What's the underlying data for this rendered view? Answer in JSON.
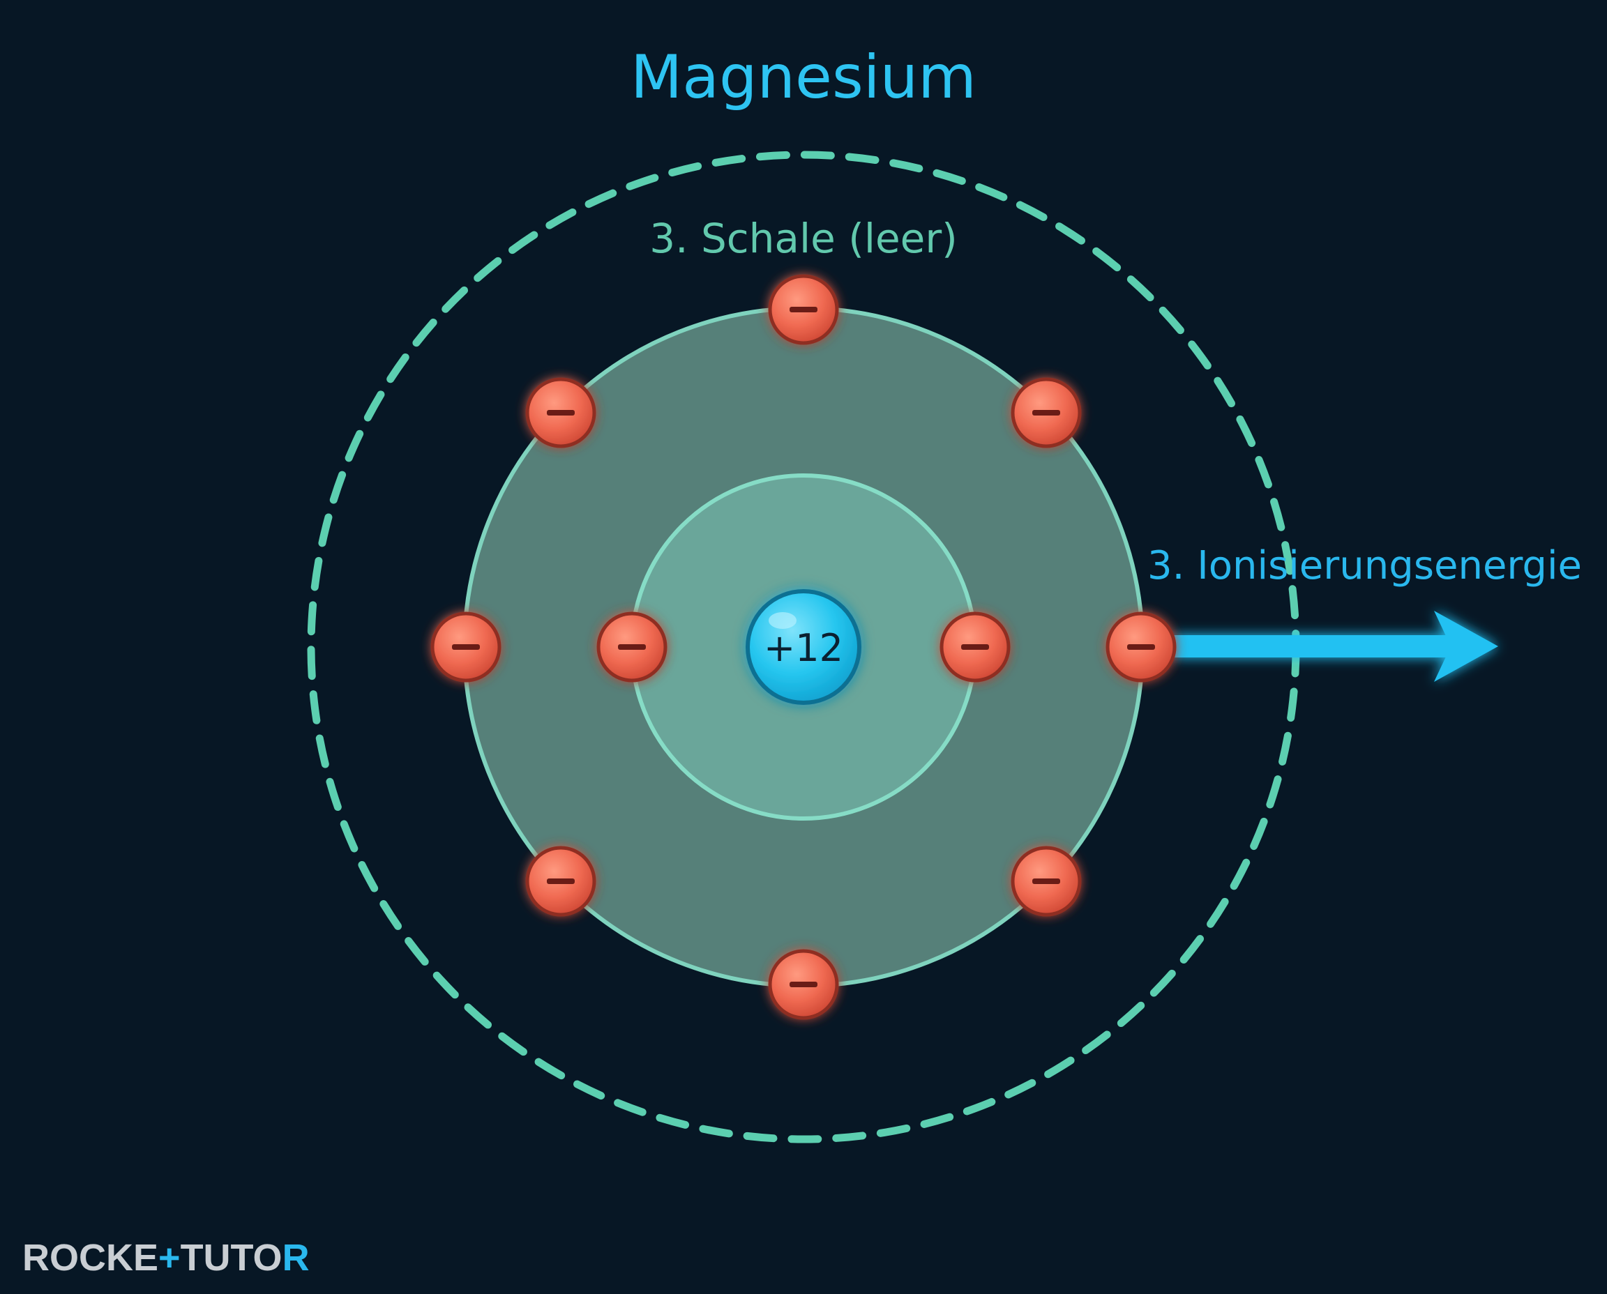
{
  "title": "Magnesium",
  "shell_label": "3. Schale (leer)",
  "arrow_label": "3. Ionisierungsenergie",
  "nucleus": {
    "charge_label": "+12"
  },
  "electron_symbol": "−",
  "shells": [
    {
      "name": "shell-1",
      "electrons": 2,
      "filled": true
    },
    {
      "name": "shell-2",
      "electrons": 8,
      "filled": true
    },
    {
      "name": "shell-3",
      "electrons": 0,
      "filled": false
    }
  ],
  "logo": {
    "part_a": "ROCKE",
    "part_plus": "+",
    "part_b": "TUTO",
    "part_end": "R"
  },
  "colors": {
    "background": "#071725",
    "title": "#2ec4f2",
    "shell_outer_fill": "#568079",
    "shell_inner_fill": "#6aa69a",
    "shell_stroke": "#7fd3be",
    "dashed_shell": "#5ccfb0",
    "electron": "#f06a52",
    "nucleus": "#26c6ef",
    "arrow": "#22c1f2"
  }
}
